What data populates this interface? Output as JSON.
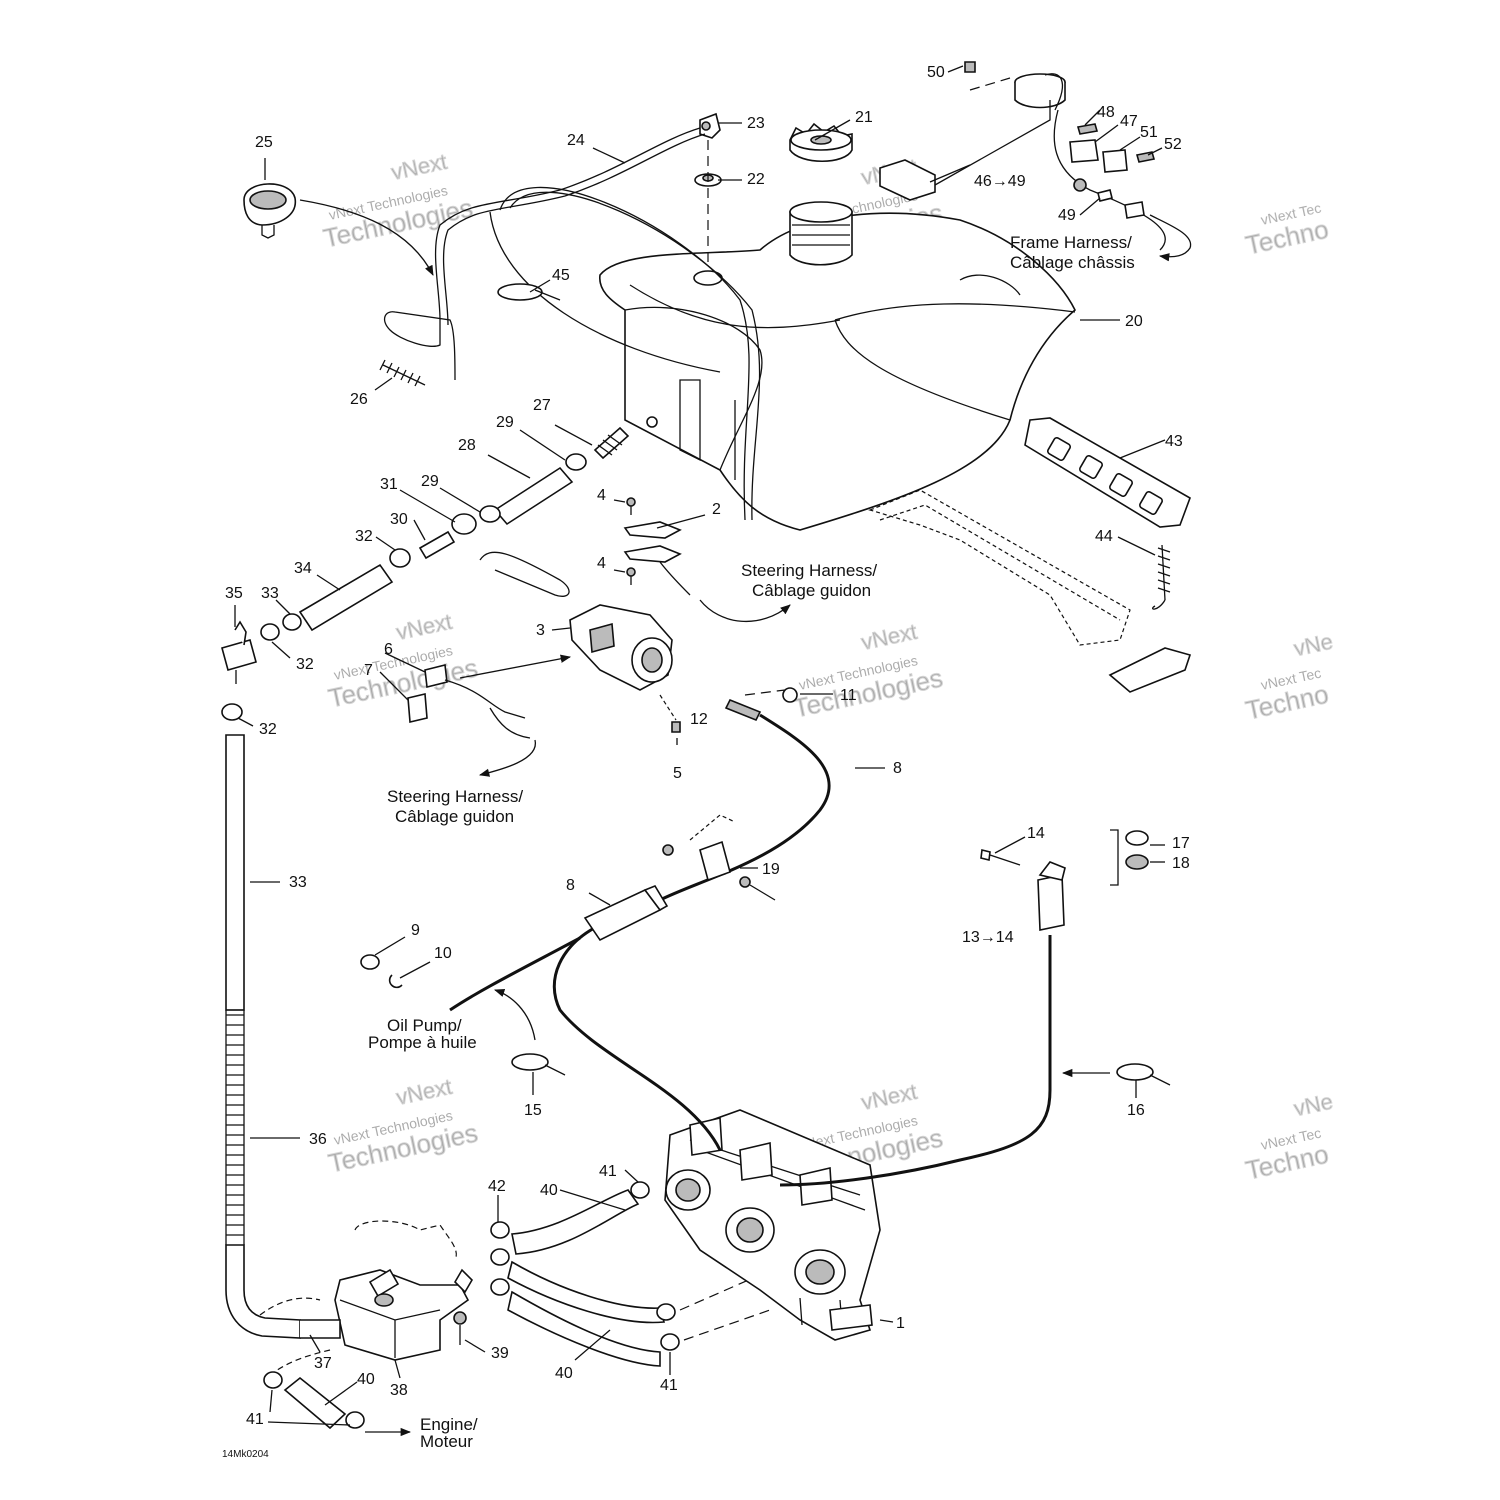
{
  "diagram": {
    "drawing_code": "14Mk0204",
    "watermark": {
      "line1": "vNext Technologies",
      "line2": "Technologies",
      "line3": "vNext",
      "partial1": "vNext Tec",
      "partial2": "Techno",
      "partial3": "vNe"
    },
    "notes": {
      "frame_harness_en": "Frame Harness/",
      "frame_harness_fr": "Câblage châssis",
      "steering_harness_en": "Steering Harness/",
      "steering_harness_fr": "Câblage guidon",
      "oil_pump_en": "Oil Pump/",
      "oil_pump_fr": "Pompe à huile",
      "engine_en": "Engine/",
      "engine_fr": "Moteur"
    },
    "callouts": {
      "c1": "1",
      "c2": "2",
      "c3": "3",
      "c4": "4",
      "c5": "5",
      "c6": "6",
      "c7": "7",
      "c8": "8",
      "c9": "9",
      "c10": "10",
      "c11": "11",
      "c12": "12",
      "c13_14": "13→14",
      "c14": "14",
      "c15": "15",
      "c16": "16",
      "c17": "17",
      "c18": "18",
      "c19": "19",
      "c20": "20",
      "c21": "21",
      "c22": "22",
      "c23": "23",
      "c24": "24",
      "c25": "25",
      "c26": "26",
      "c27": "27",
      "c28": "28",
      "c29": "29",
      "c30": "30",
      "c31": "31",
      "c32": "32",
      "c33": "33",
      "c34": "34",
      "c35": "35",
      "c36": "36",
      "c37": "37",
      "c38": "38",
      "c39": "39",
      "c40": "40",
      "c41": "41",
      "c42": "42",
      "c43": "43",
      "c44": "44",
      "c45": "45",
      "c46_49": "46→49",
      "c47": "47",
      "c48": "48",
      "c49": "49",
      "c50": "50",
      "c51": "51",
      "c52": "52"
    }
  }
}
